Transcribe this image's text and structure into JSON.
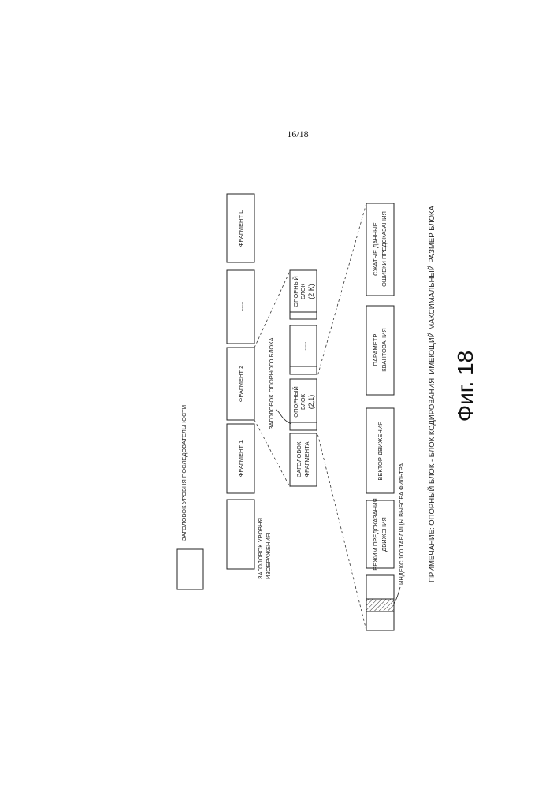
{
  "page_number": "16/18",
  "legend": {
    "label": "ЗАГОЛОВОК УРОВНЯ ПОСЛЕДОВАТЕЛЬНОСТИ"
  },
  "picture_header_label": "ЗАГОЛОВОК УРОВНЯ ИЗОБРАЖЕНИЯ",
  "picture_header_label_lines": [
    "ЗАГОЛОВОК УРОВНЯ",
    "ИЗОБРАЖЕНИЯ"
  ],
  "slices": [
    "ФРАГМЕНТ 1",
    "ФРАГМЕНТ 2",
    "......",
    "ФРАГМЕНТ L"
  ],
  "slice_row": {
    "slice_header": [
      "ЗАГОЛОВОК",
      "ФРАГМЕНТА"
    ],
    "block_1": [
      "ОПОРНЫЙ",
      "БЛОК",
      "(2,1)"
    ],
    "dots": "......",
    "block_k": [
      "ОПОРНЫЙ",
      "БЛОК",
      "(2,K)"
    ],
    "block_header_label": "ЗАГОЛОВОК ОПОРНОГО БЛОКА"
  },
  "block_row": {
    "motion_mode": [
      "РЕЖИМ ПРЕДСКАЗАНИЯ",
      "ДВИЖЕНИЯ"
    ],
    "motion_vector": "ВЕКТОР ДВИЖЕНИЯ",
    "quant_param": [
      "ПАРАМЕТР",
      "КВАНТОВАНИЯ"
    ],
    "compressed": [
      "СЖАТЫЕ ДАННЫЕ",
      "ОШИБКИ ПРЕДСКАЗАНИЯ"
    ],
    "filter_index_label": "ИНДЕКС 100 ТАБЛИЦЫ ВЫБОРА ФИЛЬТРА"
  },
  "note": "ПРИМЕЧАНИЕ: ОПОРНЫЙ БЛОК - БЛОК КОДИРОВАНИЯ, ИМЕЮЩИЙ МАКСИМАЛЬНЫЙ РАЗМЕР БЛОКА",
  "figure_label": "Фиг. 18"
}
